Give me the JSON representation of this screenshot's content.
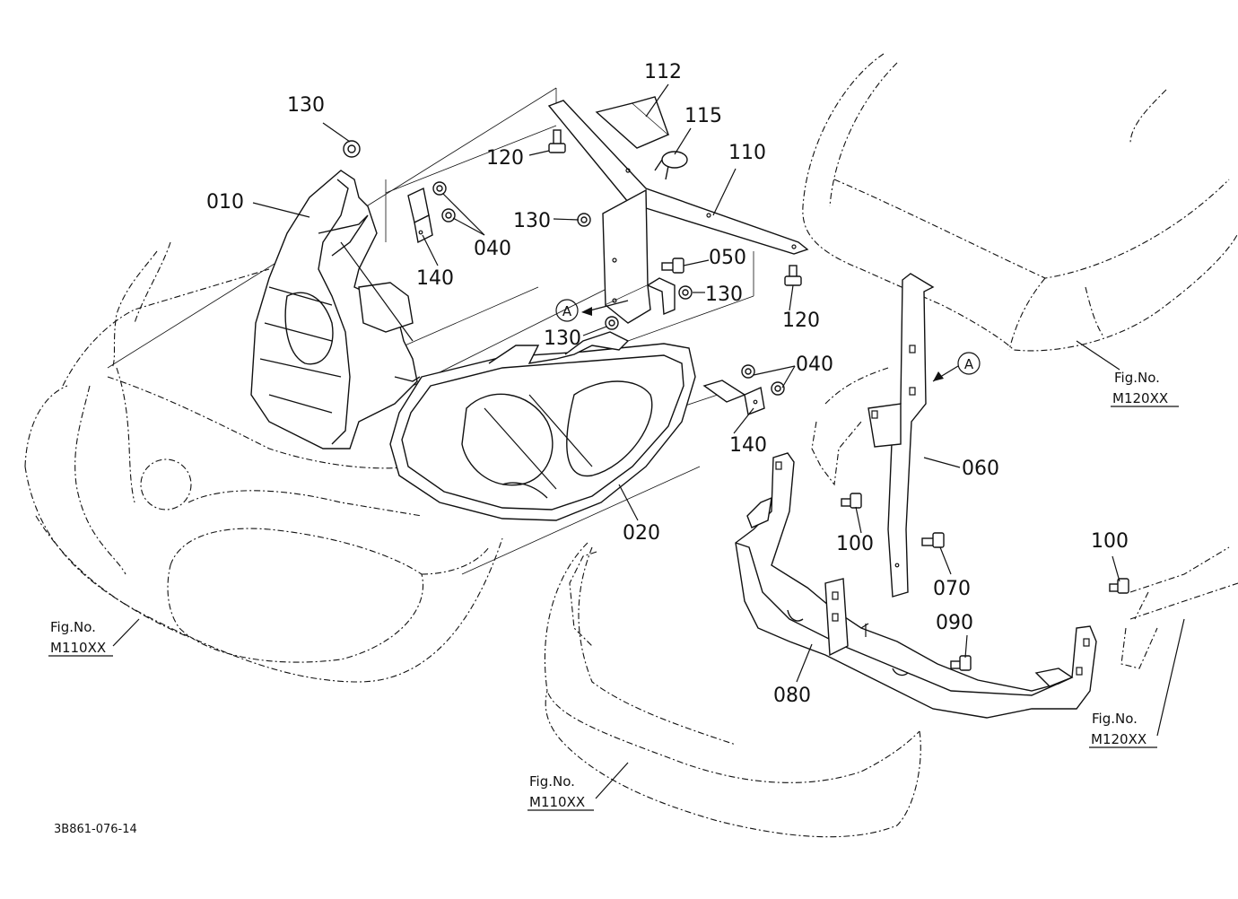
{
  "labels": {
    "p010": "010",
    "p020": "020",
    "p040a": "040",
    "p040b": "040",
    "p050": "050",
    "p060": "060",
    "p070": "070",
    "p080": "080",
    "p090": "090",
    "p100a": "100",
    "p100b": "100",
    "p110": "110",
    "p112": "112",
    "p115": "115",
    "p120a": "120",
    "p120b": "120",
    "p130a": "130",
    "p130b": "130",
    "p130c": "130",
    "p130d": "130",
    "p140a": "140",
    "p140b": "140"
  },
  "refs": {
    "a_marker_1": "A",
    "a_marker_2": "A",
    "fig_label": "Fig.No.",
    "ref_left_code": "M110XX",
    "ref_bottom_code": "M110XX",
    "ref_top_right_code": "M120XX",
    "ref_right_code": "M120XX"
  },
  "drawing_code": "3B861-076-14"
}
